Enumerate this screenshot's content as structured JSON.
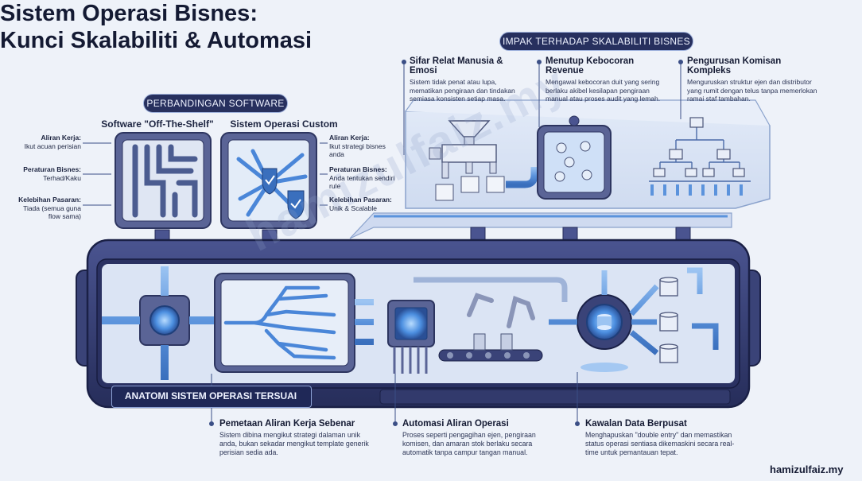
{
  "title_line1": "Sistem Operasi Bisnes:",
  "title_line2": "Kunci Skalabiliti & Automasi",
  "comparison": {
    "pill": "PERBANDINGAN SOFTWARE",
    "off_shelf": {
      "title": "Software \"Off-The-Shelf\"",
      "items": [
        {
          "label": "Aliran Kerja:",
          "desc": "Ikut acuan perisian"
        },
        {
          "label": "Peraturan Bisnes:",
          "desc": "Terhad/Kaku"
        },
        {
          "label": "Kelebihan Pasaran:",
          "desc": "Tiada (semua guna flow sama)"
        }
      ]
    },
    "custom": {
      "title": "Sistem Operasi Custom",
      "items": [
        {
          "label": "Aliran Kerja:",
          "desc": "Ikut strategi bisnes anda"
        },
        {
          "label": "Peraturan Bisnes:",
          "desc": "Anda tentukan sendiri rule"
        },
        {
          "label": "Kelebihan Pasaran:",
          "desc": "Unik & Scalable"
        }
      ]
    }
  },
  "impact": {
    "pill": "IMPAK TERHADAP SKALABILITI BISNES",
    "items": [
      {
        "title": "Sifar Relat Manusia & Emosi",
        "desc": "Sistem tidak penat atau lupa, mematikan pengiraan dan tindakan semiasa konsisten setiap masa."
      },
      {
        "title": "Menutup Kebocoran Revenue",
        "desc": "Mengawal kebocoran duit yang sering berlaku akibel kesilapan pengiraan manual atau proses audit yang lemah."
      },
      {
        "title": "Pengurusan Komisan Kompleks",
        "desc": "Menguruskan struktur ejen dan distributor yang rumit dengan telus tanpa memerlokan ramai staf tambahan."
      }
    ]
  },
  "anatomy": {
    "label": "ANATOMI SISTEM OPERASI TERSUAI",
    "items": [
      {
        "title": "Pemetaan Aliran Kerja Sebenar",
        "desc": "Sistem dibina mengikut strategi dalaman unik anda, bukan sekadar mengikut template generik perisian sedia ada."
      },
      {
        "title": "Automasi Aliran Operasi",
        "desc": "Proses seperti pengagihan ejen, pengiraan komisen, dan amaran stok berlaku secara automatik tanpa campur tangan manual."
      },
      {
        "title": "Kawalan Data Berpusat",
        "desc": "Menghapuskan \"double entry\" dan memastikan status operasi sentiasa dikemaskini secara real-time untuk pemantauan tepat."
      }
    ]
  },
  "watermark": "hamizulfaiz.my",
  "brand": "hamizulfaiz.my",
  "colors": {
    "navy": "#27305e",
    "accent": "#4a86d8",
    "machine": "#3a4378"
  }
}
